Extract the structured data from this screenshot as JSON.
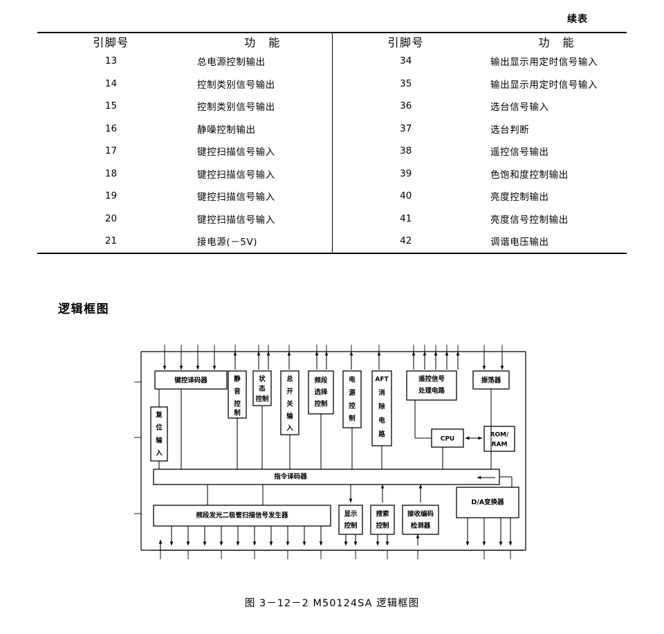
{
  "page": {
    "continued_label": "续表",
    "section_heading": "逻辑框图",
    "figure_caption": "图 3－12－2   M50124SA 逻辑框图"
  },
  "table": {
    "headers": {
      "pin_left": "引脚号",
      "function_left": "功 能",
      "pin_right": "引脚号",
      "function_right": "功 能"
    },
    "rows": [
      {
        "pin_l": "13",
        "fn_l": "总电源控制输出",
        "pin_r": "34",
        "fn_r": "输出显示用定时信号输入"
      },
      {
        "pin_l": "14",
        "fn_l": "控制类别信号输出",
        "pin_r": "35",
        "fn_r": "输出显示用定时信号输入"
      },
      {
        "pin_l": "15",
        "fn_l": "控制类别信号输出",
        "pin_r": "36",
        "fn_r": "选台信号输入"
      },
      {
        "pin_l": "16",
        "fn_l": "静噪控制输出",
        "pin_r": "37",
        "fn_r": "选台判断"
      },
      {
        "pin_l": "17",
        "fn_l": "键控扫描信号输入",
        "pin_r": "38",
        "fn_r": "遥控信号输出"
      },
      {
        "pin_l": "18",
        "fn_l": "键控扫描信号输入",
        "pin_r": "39",
        "fn_r": "色饱和度控制输出"
      },
      {
        "pin_l": "19",
        "fn_l": "键控扫描信号输入",
        "pin_r": "40",
        "fn_r": "亮度控制输出"
      },
      {
        "pin_l": "20",
        "fn_l": "键控扫描信号输入",
        "pin_r": "41",
        "fn_r": "亮度信号控制输出"
      },
      {
        "pin_l": "21",
        "fn_l": "接电源(－5V)",
        "pin_r": "42",
        "fn_r": "调谐电压输出"
      }
    ]
  },
  "diagram": {
    "blocks": {
      "key_decoder": "键控译码器",
      "reset_input": "复位输入",
      "mute_control": "静音控制",
      "status_control": "状态控制",
      "main_switch_input": "总开关输入",
      "band_select_control": "频段选择控制",
      "power_control": "电源控制",
      "aft_cancel_circuit": "AFT消除电路",
      "remote_signal_processing": "遥控信号处理电路",
      "oscillator": "振荡器",
      "cpu": "CPU",
      "rom_ram": "ROM/RAM",
      "instruction_decoder": "指令译码器",
      "led_scan_generator": "频段发光二极管扫描信号发生器",
      "display_control": "显示控制",
      "search_control": "搜索控制",
      "receive_code_detector": "接收编码检测器",
      "da_converter": "D/A变换器"
    }
  }
}
